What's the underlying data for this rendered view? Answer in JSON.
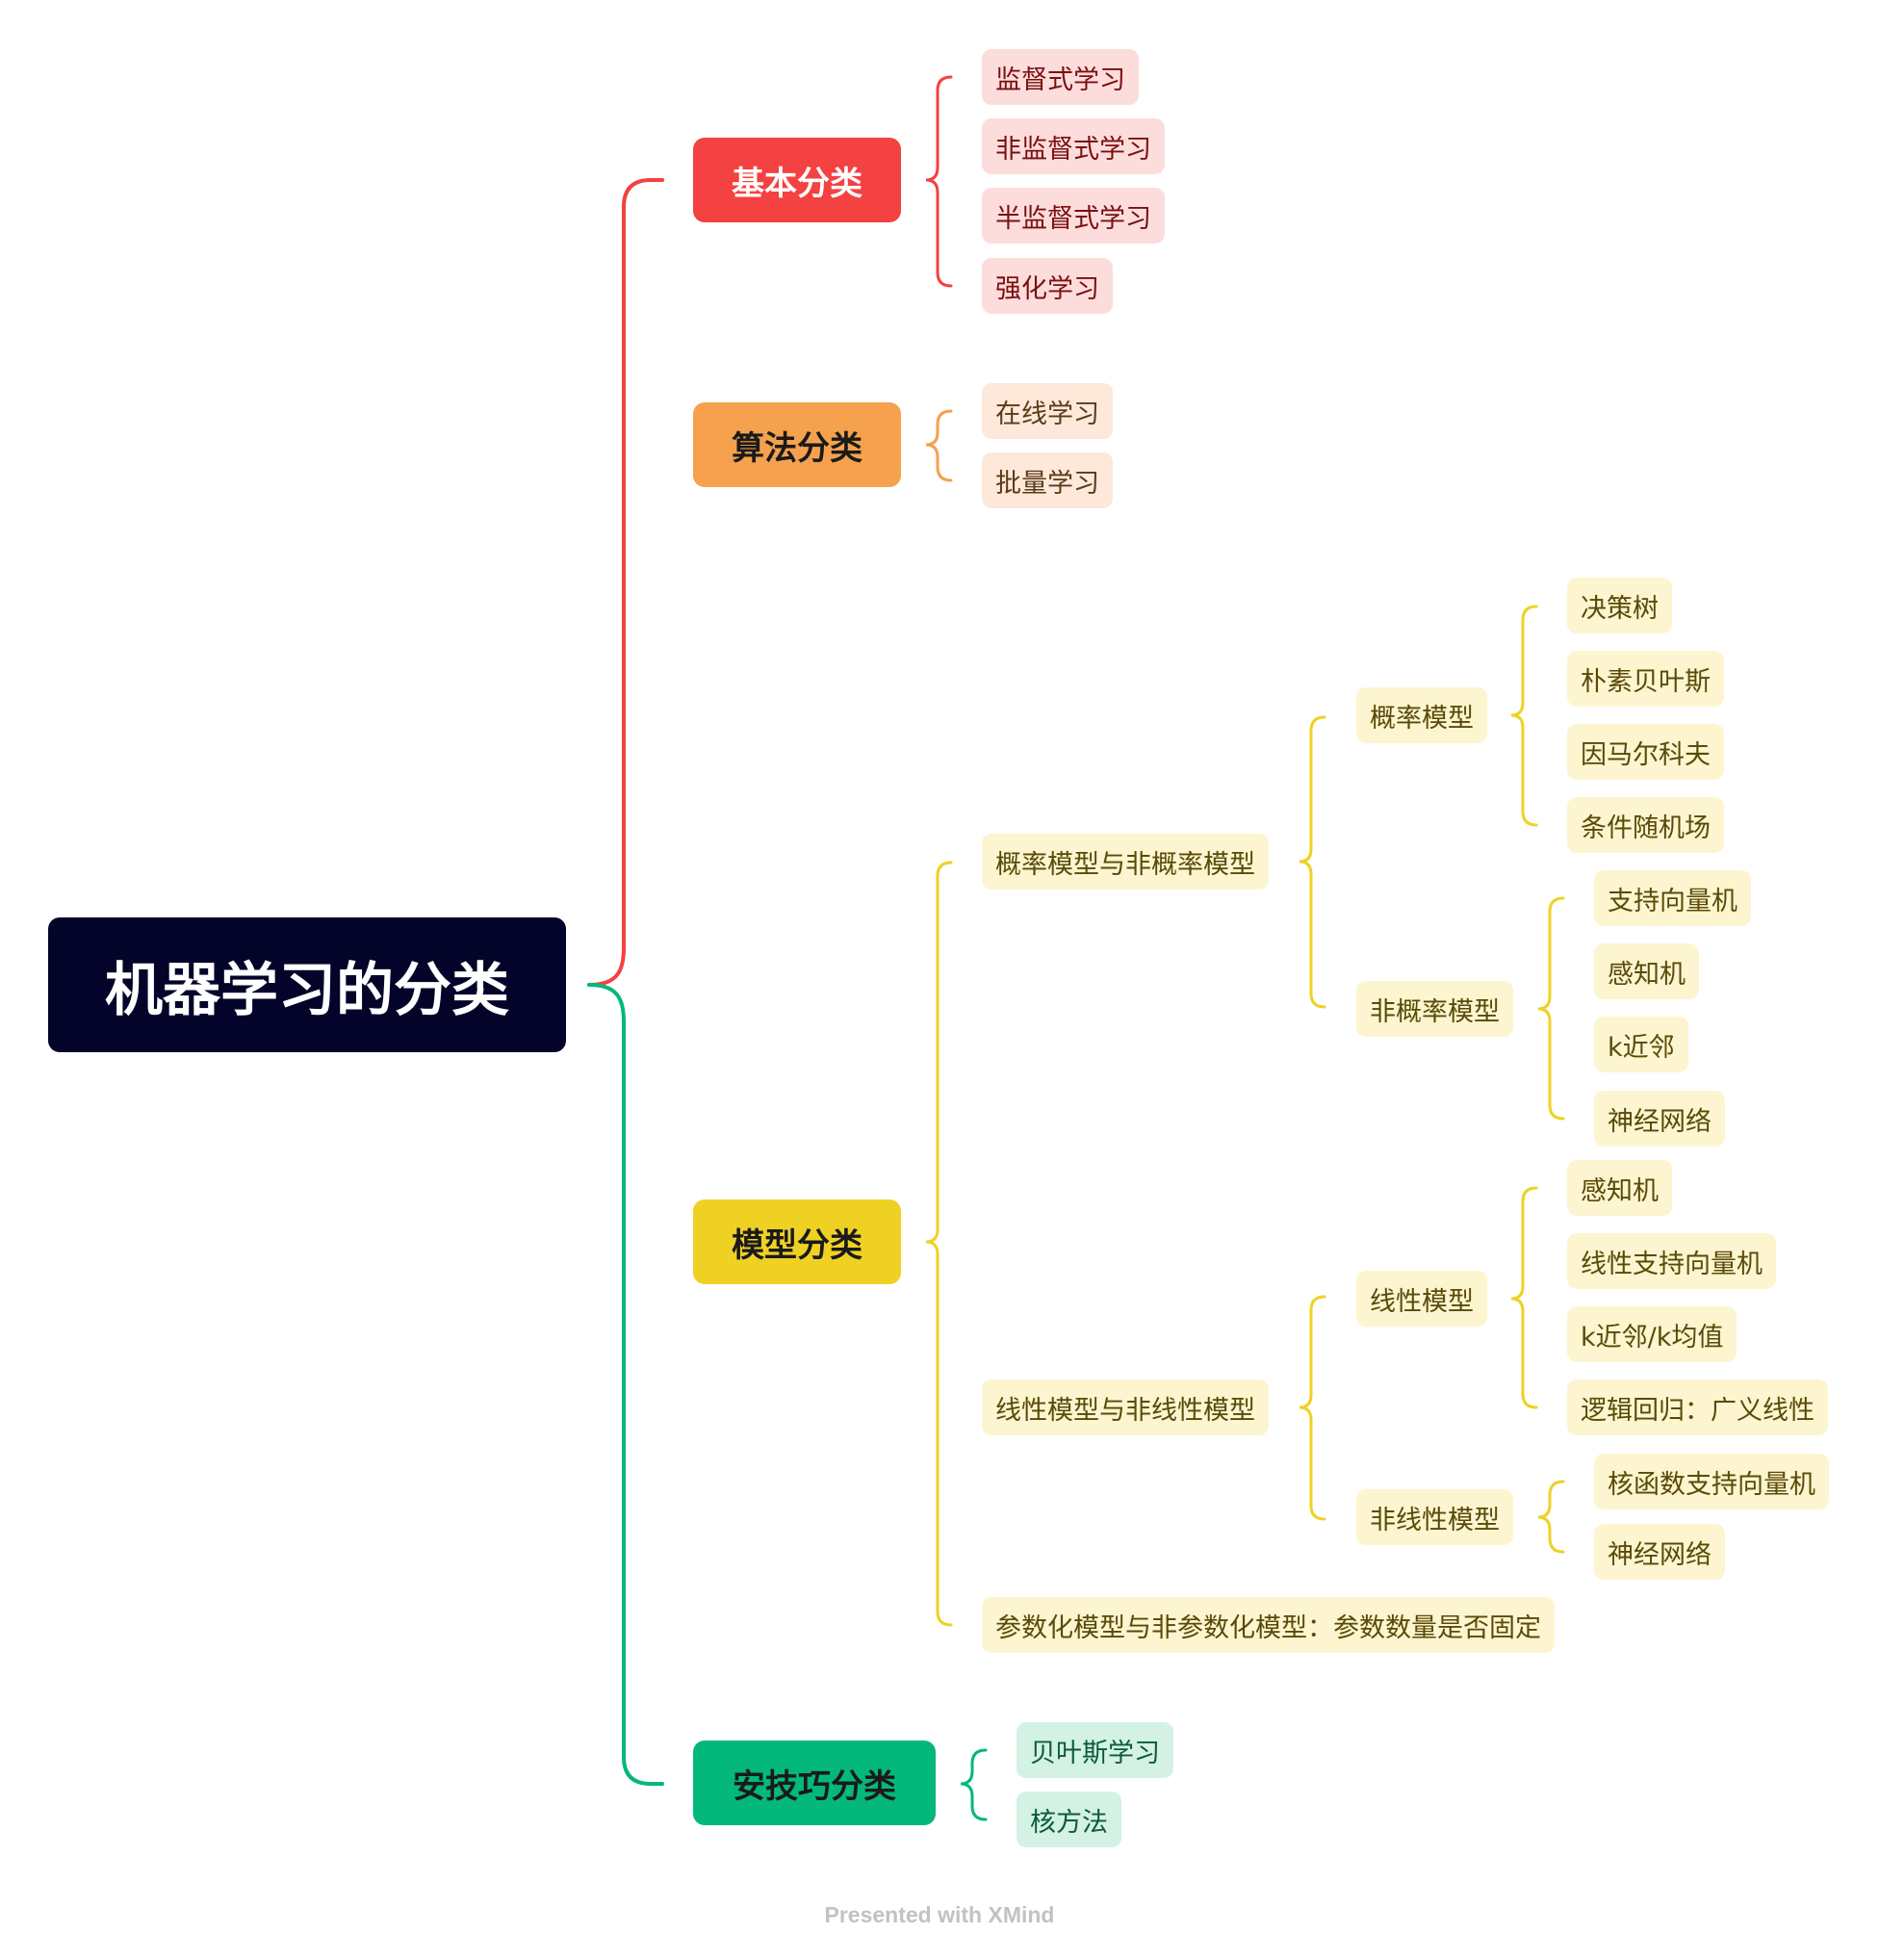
{
  "colors": {
    "red": "#f44141",
    "orange": "#f5a14d",
    "yellow": "#efd124",
    "green": "#03b87a",
    "root": "#04042a"
  },
  "root": {
    "label": "机器学习的分类"
  },
  "branches": {
    "basic": {
      "label": "基本分类",
      "items": [
        "监督式学习",
        "非监督式学习",
        "半监督式学习",
        "强化学习"
      ]
    },
    "algorithm": {
      "label": "算法分类",
      "items": [
        "在线学习",
        "批量学习"
      ]
    },
    "model": {
      "label": "模型分类",
      "prob_group": {
        "label": "概率模型与非概率模型",
        "prob": {
          "label": "概率模型",
          "items": [
            "决策树",
            "朴素贝叶斯",
            "因马尔科夫",
            "条件随机场"
          ]
        },
        "nonprob": {
          "label": "非概率模型",
          "items": [
            "支持向量机",
            "感知机",
            "k近邻",
            "神经网络"
          ]
        }
      },
      "linear_group": {
        "label": "线性模型与非线性模型",
        "linear": {
          "label": "线性模型",
          "items": [
            "感知机",
            "线性支持向量机",
            "k近邻/k均值",
            "逻辑回归：广义线性"
          ]
        },
        "nonlinear": {
          "label": "非线性模型",
          "items": [
            "核函数支持向量机",
            "神经网络"
          ]
        }
      },
      "param_group": {
        "label": "参数化模型与非参数化模型：参数数量是否固定"
      }
    },
    "technique": {
      "label": "安技巧分类",
      "items": [
        "贝叶斯学习",
        "核方法"
      ]
    }
  },
  "watermark": "Presented with XMind"
}
